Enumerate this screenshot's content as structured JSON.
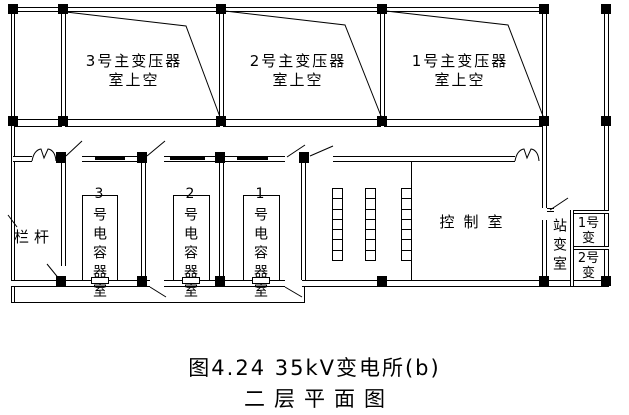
{
  "figure_caption": {
    "line1": "图4.24 35kV变电所(b)",
    "line2": "二层平面图"
  },
  "transformer_rooms": [
    {
      "name_line1": "3号主变压器",
      "name_line2": "室上空"
    },
    {
      "name_line1": "2号主变压器",
      "name_line2": "室上空"
    },
    {
      "name_line1": "1号主变压器",
      "name_line2": "室上空"
    }
  ],
  "capacitor_rooms": [
    {
      "label": "3号电容器室"
    },
    {
      "label": "2号电容器室"
    },
    {
      "label": "1号电容器室"
    }
  ],
  "control_room": {
    "label": "控制室"
  },
  "station_transformer_room": {
    "label": "站变室"
  },
  "station_transformers": [
    {
      "label": "1号变"
    },
    {
      "label": "2号变"
    }
  ],
  "railing_label": "栏杆",
  "colors": {
    "line": "#000000",
    "background": "#ffffff"
  }
}
